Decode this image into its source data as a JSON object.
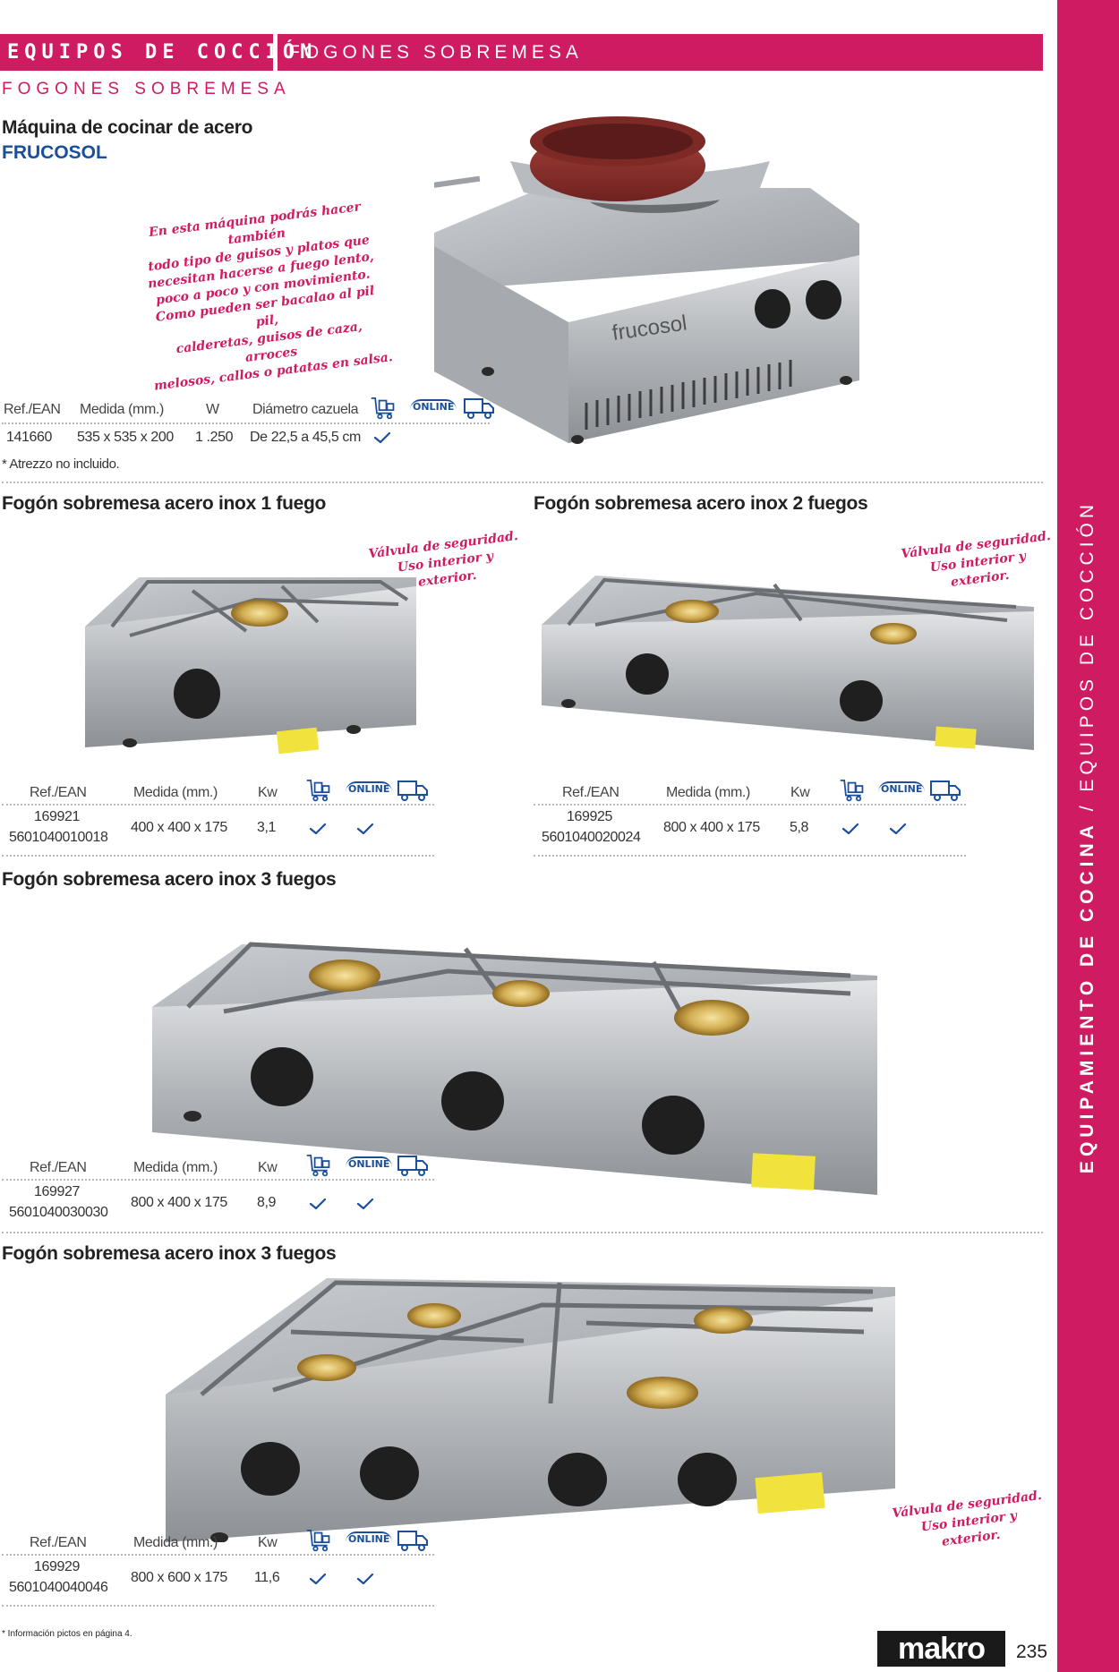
{
  "header": {
    "section": "EQUIPOS DE COCCIÓN",
    "subsection": "FOGONES SOBREMESA",
    "category": "FOGONES SOBREMESA"
  },
  "side_band": {
    "strong": "EQUIPAMIENTO DE COCINA",
    "rest": " / EQUIPOS DE COCCIÓN"
  },
  "colors": {
    "brand_pink": "#cf1b62",
    "brand_blue": "#1b4e9b"
  },
  "products": [
    {
      "title": "Máquina de cocinar de acero",
      "brand": "FRUCOSOL",
      "description_lines": [
        "En esta máquina podrás hacer también",
        "todo tipo de guisos y platos que",
        "necesitan hacerse a fuego lento,",
        "poco a poco y con movimiento.",
        "Como pueden ser bacalao al pil pil,",
        "calderetas, guisos de caza, arroces",
        "melosos, callos o patatas en salsa."
      ],
      "image_brand": "frucosol",
      "headers": [
        "Ref./EAN",
        "Medida (mm.)",
        "W",
        "Diámetro cazuela"
      ],
      "ref": "141660",
      "ean": "",
      "size": "535 x 535 x 200",
      "power": "1 .250",
      "extra": "De 22,5 a 45,5 cm",
      "note": "* Atrezzo no incluido.",
      "icons": [
        "cash-carry-icon",
        "online-icon",
        "delivery-truck-icon"
      ],
      "availability": [
        true,
        false,
        false
      ]
    },
    {
      "title": "Fogón sobremesa acero inox 1 fuego",
      "callout": [
        "Válvula de seguridad.",
        "Uso interior y exterior."
      ],
      "headers": [
        "Ref./EAN",
        "Medida (mm.)",
        "Kw"
      ],
      "ref": "169921",
      "ean": "5601040010018",
      "size": "400 x 400 x 175",
      "power": "3,1",
      "availability": [
        true,
        true,
        false
      ]
    },
    {
      "title": "Fogón sobremesa acero inox 2 fuegos",
      "callout": [
        "Válvula de seguridad.",
        "Uso interior y exterior."
      ],
      "headers": [
        "Ref./EAN",
        "Medida (mm.)",
        "Kw"
      ],
      "ref": "169925",
      "ean": "5601040020024",
      "size": "800 x 400 x 175",
      "power": "5,8",
      "availability": [
        true,
        true,
        false
      ]
    },
    {
      "title": "Fogón sobremesa acero inox 3 fuegos",
      "headers": [
        "Ref./EAN",
        "Medida (mm.)",
        "Kw"
      ],
      "ref": "169927",
      "ean": "5601040030030",
      "size": "800 x 400 x 175",
      "power": "8,9",
      "availability": [
        true,
        true,
        false
      ]
    },
    {
      "title": "Fogón sobremesa acero inox 3 fuegos",
      "callout": [
        "Válvula de seguridad.",
        "Uso interior y exterior."
      ],
      "headers": [
        "Ref./EAN",
        "Medida (mm.)",
        "Kw"
      ],
      "ref": "169929",
      "ean": "5601040040046",
      "size": "800 x 600 x 175",
      "power": "11,6",
      "availability": [
        true,
        true,
        false
      ]
    }
  ],
  "online_label": "ONLINE",
  "footer": {
    "note": "* Información pictos en página 4.",
    "logo": "makro",
    "page_number": "235"
  }
}
